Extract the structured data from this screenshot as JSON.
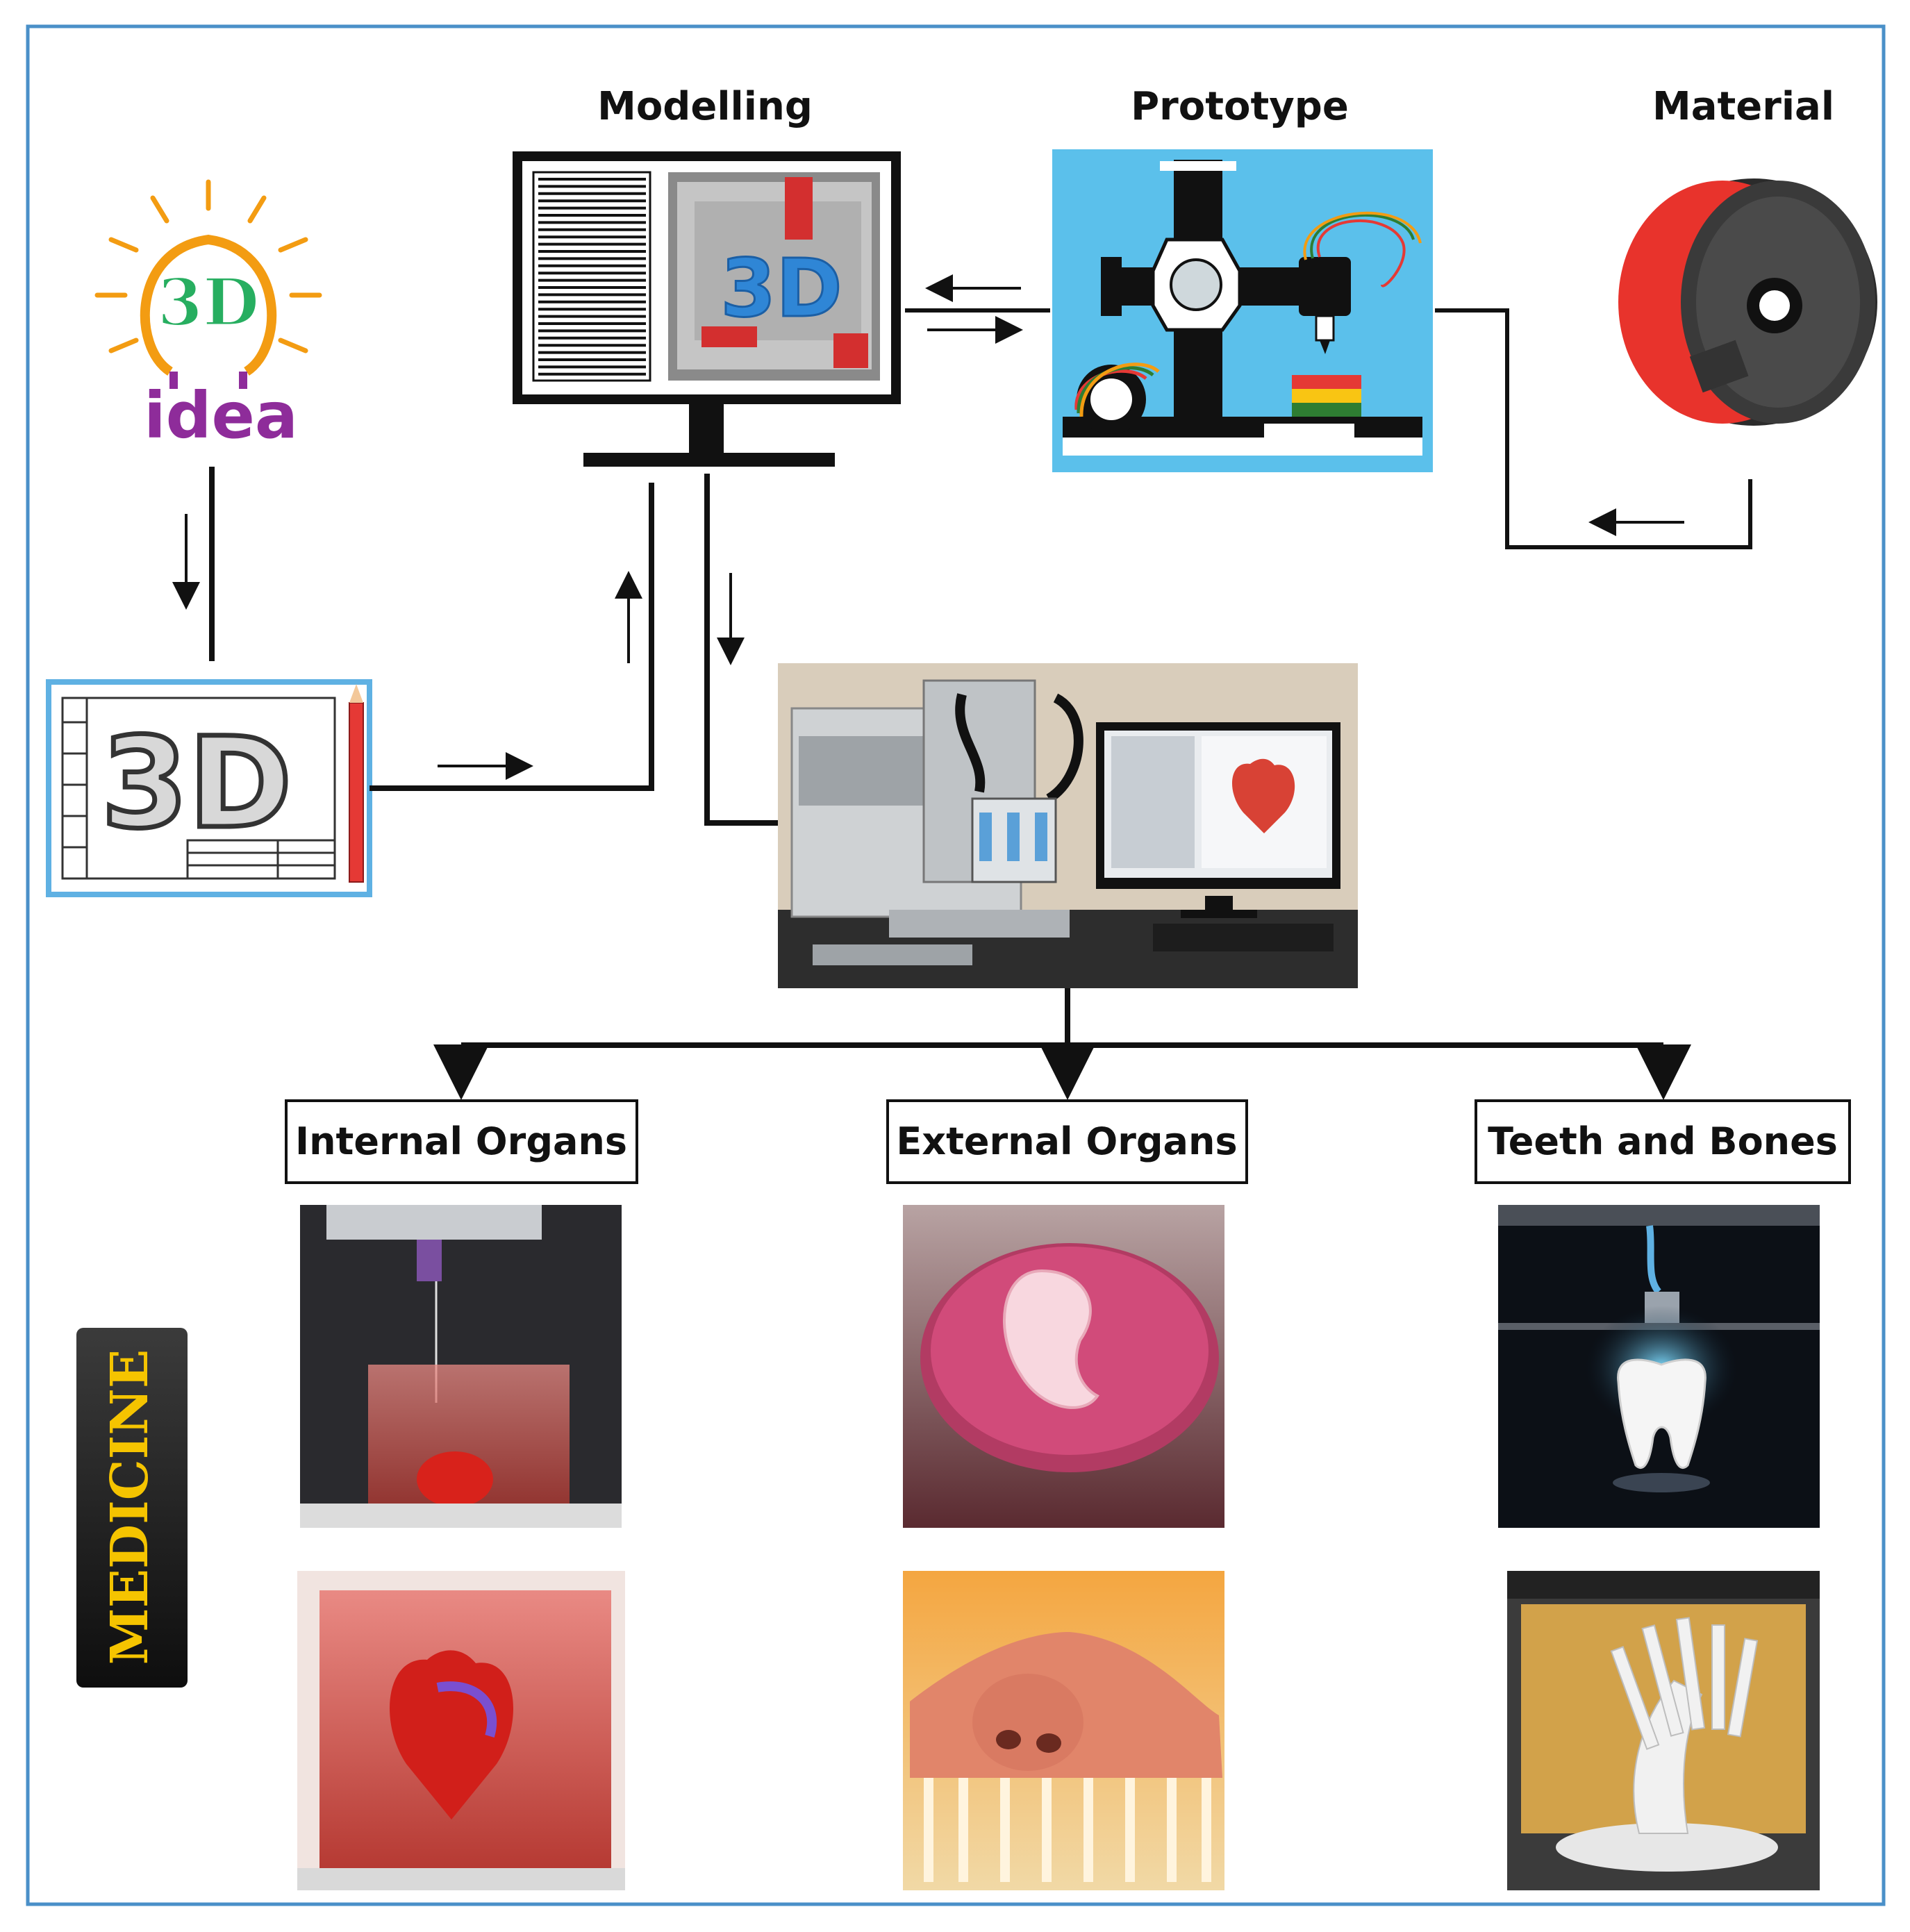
{
  "titles": {
    "modelling": "Modelling",
    "prototype": "Prototype",
    "material": "Material"
  },
  "idea_logo": {
    "mark": "3D",
    "word": "idea"
  },
  "sketch_card": {
    "mark": "3D"
  },
  "monitor_screen": {
    "mark": "3D"
  },
  "categories": [
    {
      "label": "Internal Organs"
    },
    {
      "label": "External Organs"
    },
    {
      "label": "Teeth and Bones"
    }
  ],
  "side_badge": {
    "text": "MEDICINE"
  },
  "photos": [
    {
      "name": "bioprinter-heart-printing-photo"
    },
    {
      "name": "printed-heart-in-gel-photo"
    },
    {
      "name": "printed-ear-in-dish-photo"
    },
    {
      "name": "printed-nose-photo"
    },
    {
      "name": "printed-tooth-photo"
    },
    {
      "name": "printed-foot-bones-photo"
    },
    {
      "name": "bioprinter-workstation-photo"
    }
  ],
  "colors": {
    "frame": "#4a90c8",
    "arrow": "#111111",
    "printer_bg": "#5bc0eb",
    "filament_red": "#e8332c",
    "idea_orange": "#f39c12",
    "idea_green": "#27ae60",
    "idea_purple": "#8e2c9a",
    "badge_gold": "#f5c400"
  }
}
